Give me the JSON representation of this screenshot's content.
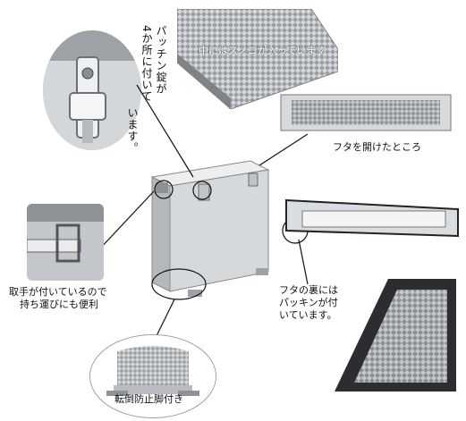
{
  "callouts": {
    "scoko_inside": "中にはスノコが入っています",
    "latch_line1": "パッチン錠が",
    "latch_line2": "4か所に付いて",
    "latch_line3": "います。",
    "lid_open": "フタを開けたところ",
    "handle_line1": "取手が付いているので",
    "handle_line2": "持ち運びにも便利",
    "lid_back_line1": "フタの裏には",
    "lid_back_line2": "パッキンが付",
    "lid_back_line3": "いています。",
    "antitip_legs": "転倒防止脚付き"
  },
  "colors": {
    "steel_light": "#e6e8ea",
    "steel_mid": "#b7bbbf",
    "steel_dark": "#6f7377",
    "frame_dark": "#2b2d30",
    "line": "#111111"
  }
}
